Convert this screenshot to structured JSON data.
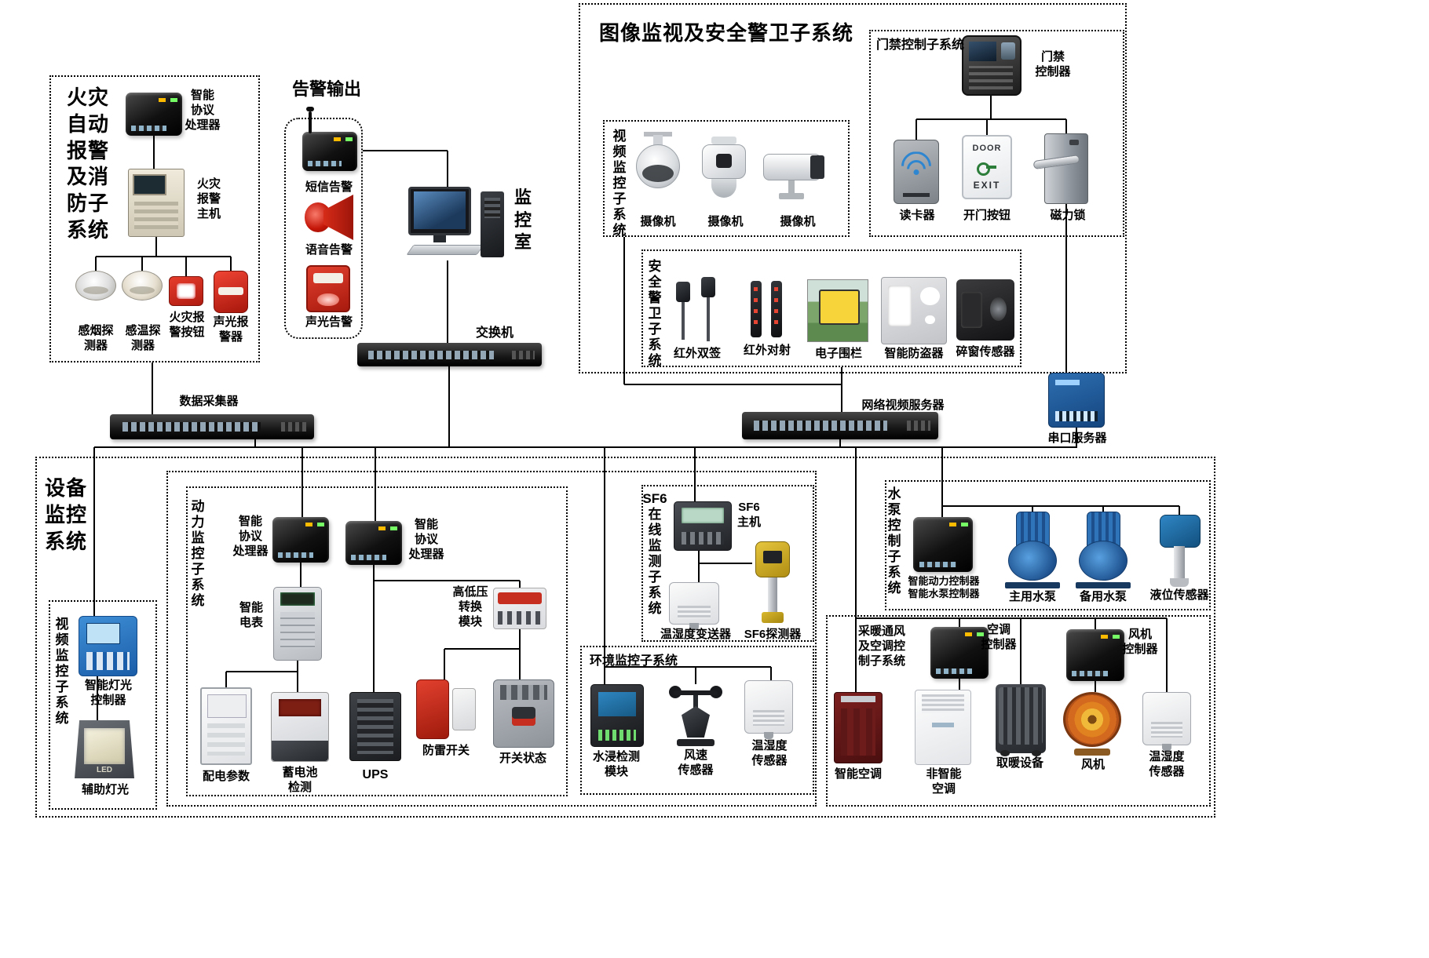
{
  "colors": {
    "line": "#000000",
    "box_border": "#000000",
    "background": "#ffffff"
  },
  "fire": {
    "title": "火灾\n自动\n报警\n及消\n防子\n系统",
    "processor_label": "智能\n协议\n处理器",
    "host_label": "火灾\n报警\n主机",
    "smoke_label": "感烟探\n测器",
    "heat_label": "感温探\n测器",
    "button_label": "火灾报\n警按钮",
    "sounder_label": "声光报\n警器"
  },
  "alarm_output": {
    "title": "告警输出",
    "sms_label": "短信告警",
    "voice_label": "语音告警",
    "soundlight_label": "声光告警"
  },
  "monitor_room_label": "监\n控\n室",
  "switch_label": "交换机",
  "surveillance": {
    "title": "图像监视及安全警卫子系统",
    "video_subsystem_label": "视\n频\n监\n控\n子\n系\n统",
    "camera1_label": "摄像机",
    "camera2_label": "摄像机",
    "camera3_label": "摄像机",
    "access_title": "门禁控制子系统",
    "access_controller_label": "门禁\n控制器",
    "card_reader_label": "读卡器",
    "exit_button_label": "开门按钮",
    "maglock_label": "磁力锁",
    "door_text": "DOOR",
    "exit_text": "EXIT",
    "guard_subsystem_label": "安\n全\n警\n卫\n子\n系\n统",
    "ir_dual_label": "红外双签",
    "ir_beam_label": "红外对射",
    "fence_label": "电子围栏",
    "burglar_label": "智能防盗器",
    "glass_label": "碎窗传感器"
  },
  "backbone": {
    "collector_label": "数据采集器",
    "nvr_label": "网络视频服务器",
    "serial_label": "串口服务器"
  },
  "equipment": {
    "title": "设备\n监控\n系统",
    "video_subsystem_label": "视\n频\n监\n控\n子\n系\n统",
    "light_controller_label": "智能灯光\n控制器",
    "aux_light_label": "辅助灯光",
    "led_text": "LED",
    "power": {
      "title": "动\n力\n监\n控\n子\n系\n统",
      "processor1_label": "智能\n协议\n处理器",
      "processor2_label": "智能\n协议\n处理器",
      "meter_label": "智能\n电表",
      "hv_module_label": "高低压\n转换\n模块",
      "distribution_label": "配电参数",
      "battery_label": "蓄电池\n检测",
      "ups_label": "UPS",
      "lightning_label": "防雷开关",
      "breaker_label": "开关状态"
    },
    "sf6": {
      "title": "SF6\n在\n线\n监\n测\n子\n系\n统",
      "host_label": "SF6\n主机",
      "transmitter_label": "温湿度变送器",
      "detector_label": "SF6探测器"
    },
    "environment": {
      "title": "环境监控子系统",
      "water_label": "水浸检测\n模块",
      "wind_label": "风速\n传感器",
      "temphum_label": "温湿度\n传感器"
    },
    "pump": {
      "title": "水\n泵\n控\n制\n子\n系\n统",
      "controller_label": "智能动力控制器\n智能水泵控制器",
      "main_pump_label": "主用水泵",
      "backup_pump_label": "备用水泵",
      "level_label": "液位传感器"
    },
    "hvac": {
      "title": "采暖通风\n及空调控\n制子系统",
      "ac_controller_label": "空调\n控制器",
      "fan_controller_label": "风机\n控制器",
      "smart_ac_label": "智能空调",
      "plain_ac_label": "非智能\n空调",
      "heater_label": "取暖设备",
      "fan_label": "风机",
      "temphum_label": "温湿度\n传感器"
    }
  }
}
